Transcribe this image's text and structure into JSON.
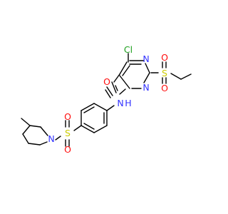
{
  "atoms": {
    "cl": "Cl",
    "o_amide": "O",
    "n_ring_upper": "N",
    "n_ring_lower": "N",
    "s_ethyl": "S",
    "o_sethyl_top": "O",
    "o_sethyl_bottom": "O",
    "nh_h": "N",
    "nh_n": "H",
    "s_piperidine": "S",
    "o_spip_top": "O",
    "o_spip_bottom": "O",
    "n_piperidine": "N"
  },
  "colors": {
    "bond": "#000000",
    "nitrogen": "#3333ff",
    "oxygen": "#ff0d0d",
    "sulfur": "#cccc00",
    "chlorine": "#1fa01f"
  }
}
